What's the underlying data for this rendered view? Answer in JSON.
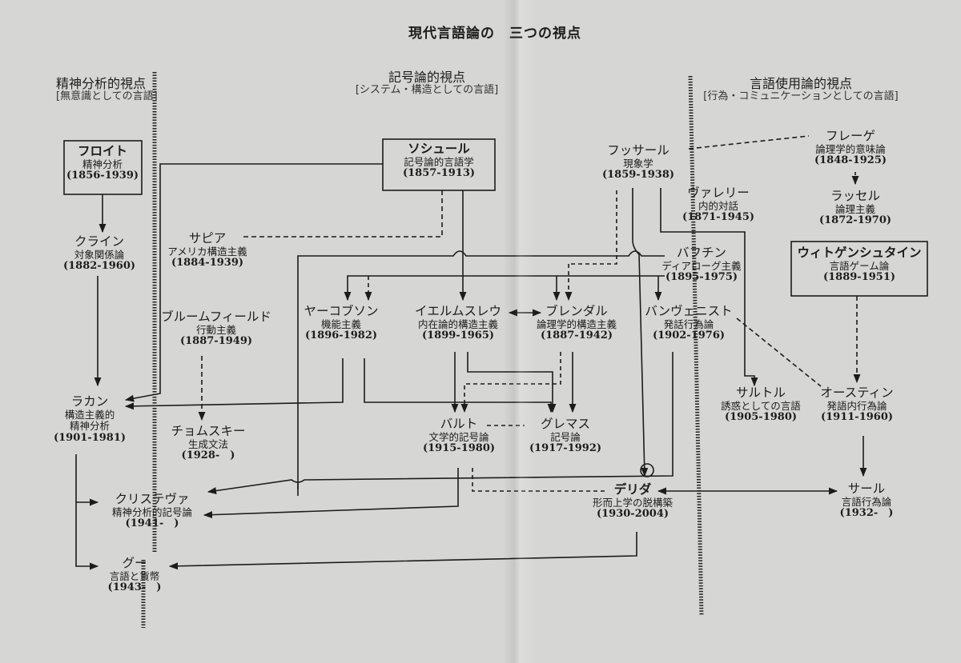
{
  "title": "現代言語論の　三つの視点",
  "perspectives": [
    {
      "title": "精神分析的視点",
      "subtitle": "[無意識としての言語]"
    },
    {
      "title": "記号論的視点",
      "subtitle": "[システム・構造としての言語]"
    },
    {
      "title": "言語使用論的視点",
      "subtitle": "[行為・コミュニケーションとしての言語]"
    }
  ],
  "nodes": {
    "freud": {
      "name": "フロイト",
      "desc": "精神分析",
      "years": "(1856-1939)"
    },
    "klein": {
      "name": "クライン",
      "desc": "対象関係論",
      "years": "(1882-1960)"
    },
    "lacan": {
      "name": "ラカン",
      "desc": "構造主義的",
      "desc2": "精神分析",
      "years": "(1901-1981)"
    },
    "kristeva": {
      "name": "クリステヴァ",
      "desc": "精神分析的記号論",
      "years": "(1941-　)"
    },
    "goux": {
      "name": "グー",
      "desc": "言語と貨幣",
      "years": "(1943-　)"
    },
    "saussure": {
      "name": "ソシュール",
      "desc": "記号論的言語学",
      "years": "(1857-1913)"
    },
    "sapir": {
      "name": "サピア",
      "desc": "アメリカ構造主義",
      "years": "(1884-1939)"
    },
    "bloomfield": {
      "name": "ブルームフィールド",
      "desc": "行動主義",
      "years": "(1887-1949)"
    },
    "chomsky": {
      "name": "チョムスキー",
      "desc": "生成文法",
      "years": "(1928-　)"
    },
    "jakobson": {
      "name": "ヤーコブソン",
      "desc": "機能主義",
      "years": "(1896-1982)"
    },
    "hjelmslev": {
      "name": "イエルムスレウ",
      "desc": "内在論的構造主義",
      "years": "(1899-1965)"
    },
    "brondal": {
      "name": "ブレンダル",
      "desc": "論理学的構造主義",
      "years": "(1887-1942)"
    },
    "barthes": {
      "name": "バルト",
      "desc": "文学的記号論",
      "years": "(1915-1980)"
    },
    "greimas": {
      "name": "グレマス",
      "desc": "記号論",
      "years": "(1917-1992)"
    },
    "husserl": {
      "name": "フッサール",
      "desc": "現象学",
      "years": "(1859-1938)"
    },
    "valery": {
      "name": "ヴァレリー",
      "desc": "内的対話",
      "years": "(1871-1945)"
    },
    "bakhtin": {
      "name": "バフチン",
      "desc": "ディアローグ主義",
      "years": "(1895-1975)"
    },
    "benveniste": {
      "name": "バンヴェニスト",
      "desc": "発話行為論",
      "years": "(1902-1976)"
    },
    "derrida": {
      "name": "デリダ",
      "desc": "形而上学の脱構築",
      "years": "(1930-2004)"
    },
    "sartre": {
      "name": "サルトル",
      "desc": "誘惑としての言語",
      "years": "(1905-1980)"
    },
    "frege": {
      "name": "フレーゲ",
      "desc": "論理学的意味論",
      "years": "(1848-1925)"
    },
    "russell": {
      "name": "ラッセル",
      "desc": "論理主義",
      "years": "(1872-1970)"
    },
    "wittgenstein": {
      "name": "ウィトゲンシュタイン",
      "desc": "言語ゲーム論",
      "years": "(1889-1951)"
    },
    "austin": {
      "name": "オースティン",
      "desc": "発語内行為論",
      "years": "(1911-1960)"
    },
    "searle": {
      "name": "サール",
      "desc": "言語行為論",
      "years": "(1932-　)"
    }
  },
  "colors": {
    "paper": "#d6d6d4",
    "ink": "#1c1c1c",
    "divider": "#222222"
  }
}
